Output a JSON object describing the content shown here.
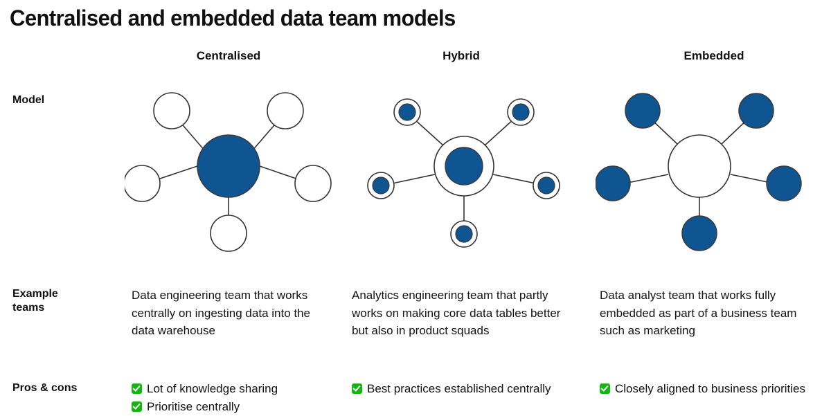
{
  "page": {
    "title": "Centralised and embedded data team models",
    "accent_blue": "#0f5592",
    "outline_color": "#333333",
    "check_color": "#16b411",
    "background": "#ffffff"
  },
  "columns": [
    {
      "id": "centralised",
      "label": "Centralised"
    },
    {
      "id": "hybrid",
      "label": "Hybrid"
    },
    {
      "id": "embedded",
      "label": "Embedded"
    }
  ],
  "rows": [
    {
      "id": "model",
      "label": "Model"
    },
    {
      "id": "example-teams",
      "label": "Example teams"
    },
    {
      "id": "pros-cons",
      "label": "Pros & cons"
    }
  ],
  "diagrams": [
    {
      "id": "centralised",
      "name": "centralised-hub-and-spoke-diagram",
      "hub": {
        "style": "filled-blue",
        "radius": 45
      },
      "satellites": {
        "style": "outline-white",
        "count": 5,
        "radius": 26
      }
    },
    {
      "id": "hybrid",
      "name": "hybrid-hub-and-spoke-diagram",
      "hub": {
        "style": "outline-with-blue-core",
        "radius": 43,
        "core_radius": 27
      },
      "satellites": {
        "style": "outline-with-blue-core",
        "count": 5,
        "radius": 19,
        "core_radius": 12
      }
    },
    {
      "id": "embedded",
      "name": "embedded-hub-and-spoke-diagram",
      "hub": {
        "style": "outline-white",
        "radius": 45
      },
      "satellites": {
        "style": "filled-blue",
        "count": 5,
        "radius": 25
      }
    }
  ],
  "example_teams": [
    "Data engineering team that works centrally on ingesting data into the data warehouse",
    "Analytics engineering team that partly works on making core data tables better but also in product squads",
    "Data analyst team that works fully embedded as part of a business team such as marketing"
  ],
  "pros_cons": [
    {
      "column": "centralised",
      "items": [
        "Lot of knowledge sharing",
        "Prioritise centrally"
      ]
    },
    {
      "column": "hybrid",
      "items": [
        "Best practices established centrally"
      ]
    },
    {
      "column": "embedded",
      "items": [
        "Closely aligned to business priorities"
      ]
    }
  ],
  "icons": {
    "check": "white-check-mark-icon"
  }
}
